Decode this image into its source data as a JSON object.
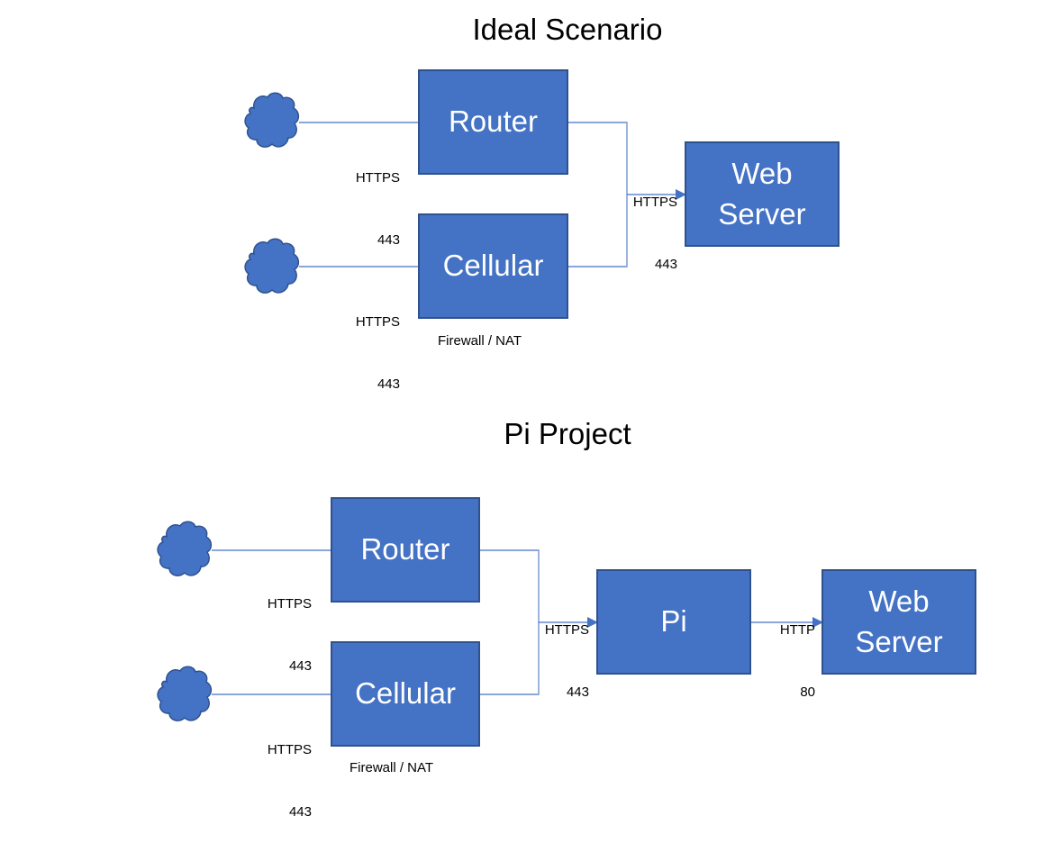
{
  "diagrams": [
    {
      "title": "Ideal Scenario",
      "nodes": {
        "router": "Router",
        "cellular": "Cellular",
        "server_line1": "Web",
        "server_line2": "Server"
      },
      "links": {
        "internet_router": {
          "protocol": "HTTPS",
          "port": "443"
        },
        "internet_cellular": {
          "protocol": "HTTPS",
          "port": "443"
        },
        "to_server": {
          "protocol": "HTTPS",
          "port": "443"
        }
      },
      "note": "Firewall / NAT",
      "icons": {
        "cloud": "cloud-icon"
      }
    },
    {
      "title": "Pi Project",
      "nodes": {
        "router": "Router",
        "cellular": "Cellular",
        "pi": "Pi",
        "server_line1": "Web",
        "server_line2": "Server"
      },
      "links": {
        "internet_router": {
          "protocol": "HTTPS",
          "port": "443"
        },
        "internet_cellular": {
          "protocol": "HTTPS",
          "port": "443"
        },
        "to_pi": {
          "protocol": "HTTPS",
          "port": "443"
        },
        "pi_to_server": {
          "protocol": "HTTP",
          "port": "80"
        }
      },
      "note": "Firewall / NAT",
      "icons": {
        "cloud": "cloud-icon"
      }
    }
  ],
  "colors": {
    "box_fill": "#4472C4",
    "box_border": "#2F528F",
    "line": "#4472C4",
    "connector": "#8FAADC"
  }
}
